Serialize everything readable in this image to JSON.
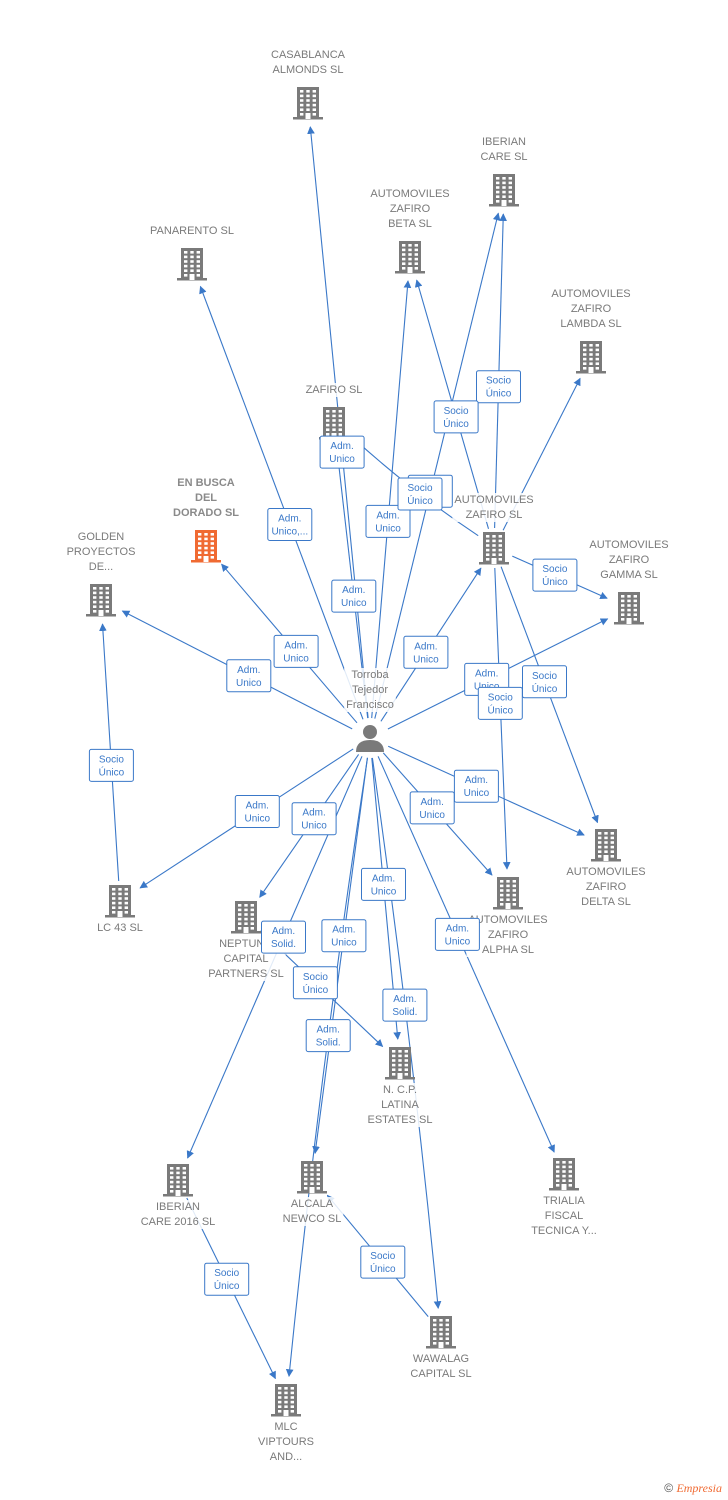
{
  "colors": {
    "edge": "#3a78c8",
    "node": "#7a7a7a",
    "focus": "#f06a32",
    "label_bg": "#ffffff"
  },
  "center": {
    "id": "person",
    "label": "Torroba Tejedor Francisco",
    "icon": "person-icon"
  },
  "nodes": [
    {
      "id": "casablanca",
      "label": "CASABLANCA ALMONDS SL",
      "icon": "building-icon"
    },
    {
      "id": "iberian_care",
      "label": "IBERIAN CARE SL",
      "icon": "building-icon"
    },
    {
      "id": "zafiro_beta",
      "label": "AUTOMOVILES ZAFIRO BETA SL",
      "icon": "building-icon"
    },
    {
      "id": "panarento",
      "label": "PANARENTO SL",
      "icon": "building-icon"
    },
    {
      "id": "zafiro_lambda",
      "label": "AUTOMOVILES ZAFIRO LAMBDA SL",
      "icon": "building-icon"
    },
    {
      "id": "zafiro_sl",
      "label": "ZAFIRO SL",
      "icon": "building-icon"
    },
    {
      "id": "en_busca",
      "label": "EN BUSCA DEL DORADO SL",
      "icon": "building-icon",
      "focus": true
    },
    {
      "id": "zafiro_auto_sl",
      "label": "AUTOMOVILES ZAFIRO SL",
      "icon": "building-icon"
    },
    {
      "id": "golden",
      "label": "GOLDEN PROYECTOS DE...",
      "icon": "building-icon"
    },
    {
      "id": "zafiro_gamma",
      "label": "AUTOMOVILES ZAFIRO GAMMA SL",
      "icon": "building-icon"
    },
    {
      "id": "zafiro_delta",
      "label": "AUTOMOVILES ZAFIRO DELTA SL",
      "icon": "building-icon"
    },
    {
      "id": "lc43",
      "label": "LC 43 SL",
      "icon": "building-icon"
    },
    {
      "id": "neptuno",
      "label": "NEPTUNO CAPITAL PARTNERS SL",
      "icon": "building-icon"
    },
    {
      "id": "zafiro_alpha",
      "label": "AUTOMOVILES ZAFIRO ALPHA SL",
      "icon": "building-icon"
    },
    {
      "id": "ncp",
      "label": "N. C.P. LATINA ESTATES SL",
      "icon": "building-icon"
    },
    {
      "id": "iberian_2016",
      "label": "IBERIAN CARE 2016 SL",
      "icon": "building-icon"
    },
    {
      "id": "alcala",
      "label": "ALCALA NEWCO SL",
      "icon": "building-icon"
    },
    {
      "id": "trialia",
      "label": "TRIALIA FISCAL TECNICA Y...",
      "icon": "building-icon"
    },
    {
      "id": "wawalag",
      "label": "WAWALAG CAPITAL SL",
      "icon": "building-icon"
    },
    {
      "id": "mlc",
      "label": "MLC VIPTOURS AND...",
      "icon": "building-icon"
    }
  ],
  "edges": [
    {
      "from": "person",
      "to": "casablanca",
      "label": "Adm. Unico"
    },
    {
      "from": "person",
      "to": "panarento",
      "label": "Adm. Unico,..."
    },
    {
      "from": "person",
      "to": "zafiro_sl",
      "label": "Adm. Unico"
    },
    {
      "from": "person",
      "to": "zafiro_beta",
      "label": "Adm. Unico"
    },
    {
      "from": "person",
      "to": "iberian_care",
      "label": "Adm. Solid."
    },
    {
      "from": "person",
      "to": "zafiro_auto_sl",
      "label": "Adm. Unico"
    },
    {
      "from": "person",
      "to": "en_busca",
      "label": "Adm. Unico"
    },
    {
      "from": "person",
      "to": "golden",
      "label": "Adm. Unico"
    },
    {
      "from": "person",
      "to": "zafiro_gamma",
      "label": "Adm. Unico"
    },
    {
      "from": "person",
      "to": "zafiro_delta",
      "label": "Adm. Unico"
    },
    {
      "from": "person",
      "to": "zafiro_alpha",
      "label": "Adm. Unico"
    },
    {
      "from": "person",
      "to": "lc43",
      "label": "Adm. Unico"
    },
    {
      "from": "person",
      "to": "neptuno",
      "label": "Adm. Unico"
    },
    {
      "from": "person",
      "to": "ncp",
      "label": "Adm. Unico"
    },
    {
      "from": "person",
      "to": "alcala",
      "label": "Adm. Unico"
    },
    {
      "from": "person",
      "to": "iberian_2016",
      "label": "Adm. Solid."
    },
    {
      "from": "person",
      "to": "trialia",
      "label": "Adm. Unico"
    },
    {
      "from": "person",
      "to": "mlc",
      "label": "Adm. Solid."
    },
    {
      "from": "person",
      "to": "wawalag",
      "label": "Adm. Solid."
    },
    {
      "from": "zafiro_auto_sl",
      "to": "iberian_care",
      "label": "Socio Único"
    },
    {
      "from": "zafiro_auto_sl",
      "to": "zafiro_beta",
      "label": "Socio Único"
    },
    {
      "from": "zafiro_auto_sl",
      "to": "zafiro_sl",
      "label": "Socio Único"
    },
    {
      "from": "zafiro_auto_sl",
      "to": "zafiro_gamma",
      "label": "Socio Único"
    },
    {
      "from": "zafiro_auto_sl",
      "to": "zafiro_delta",
      "label": "Socio Único"
    },
    {
      "from": "zafiro_auto_sl",
      "to": "zafiro_alpha",
      "label": "Socio Único"
    },
    {
      "from": "zafiro_auto_sl",
      "to": "zafiro_lambda",
      "label": ""
    },
    {
      "from": "lc43",
      "to": "golden",
      "label": "Socio Único"
    },
    {
      "from": "neptuno",
      "to": "ncp",
      "label": "Socio Único"
    },
    {
      "from": "wawalag",
      "to": "alcala",
      "label": "Socio Único"
    },
    {
      "from": "iberian_2016",
      "to": "mlc",
      "label": "Socio Único"
    }
  ],
  "brand": {
    "copyright": "©",
    "name": "Empresia"
  }
}
